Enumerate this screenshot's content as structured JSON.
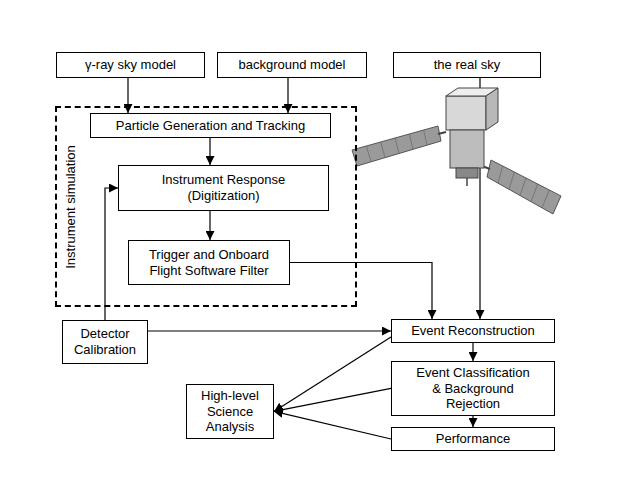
{
  "diagram": {
    "nodes": [
      {
        "text": [
          "γ-ray sky model"
        ]
      },
      {
        "text": [
          "background model"
        ]
      },
      {
        "text": [
          "the real sky"
        ]
      },
      {
        "text": [
          "Instrument simulation"
        ]
      },
      {
        "text": [
          "Particle Generation and Tracking"
        ],
        "in": 3
      },
      {
        "text": [
          "Instrument Response (Digitization)"
        ],
        "in": 3
      },
      {
        "text": [
          "Trigger and Onboard Flight Software Filter"
        ],
        "in": 3
      },
      {
        "text": [
          "Detector Calibration"
        ]
      },
      {
        "text": [
          "Event Reconstruction"
        ]
      },
      {
        "text": [
          "High-level Science Analysis"
        ]
      },
      {
        "text": [
          "Event Classification & Background Rejection"
        ]
      },
      {
        "text": [
          "Performance"
        ]
      }
    ],
    "edges": [
      {
        "from": 0,
        "to": 4,
        "arrow": "to"
      },
      {
        "from": 1,
        "to": 4,
        "arrow": "to"
      },
      {
        "from": 4,
        "to": 5,
        "arrow": "to"
      },
      {
        "from": 5,
        "to": 6,
        "arrow": "to"
      },
      {
        "from": 6,
        "to": 8,
        "arrow": "to"
      },
      {
        "from": 2,
        "to": 8,
        "arrow": "to"
      },
      {
        "from": 7,
        "to": 5,
        "arrow": "to"
      },
      {
        "from": 7,
        "to": 8,
        "arrow": "to"
      },
      {
        "from": 8,
        "to": 9,
        "arrow": "to"
      },
      {
        "from": 10,
        "to": 9,
        "arrow": "to"
      },
      {
        "from": 11,
        "to": 9,
        "arrow": "to"
      },
      {
        "from": 8,
        "to": 10,
        "arrow": "to"
      },
      {
        "from": 10,
        "to": 11,
        "arrow": "to"
      }
    ]
  }
}
